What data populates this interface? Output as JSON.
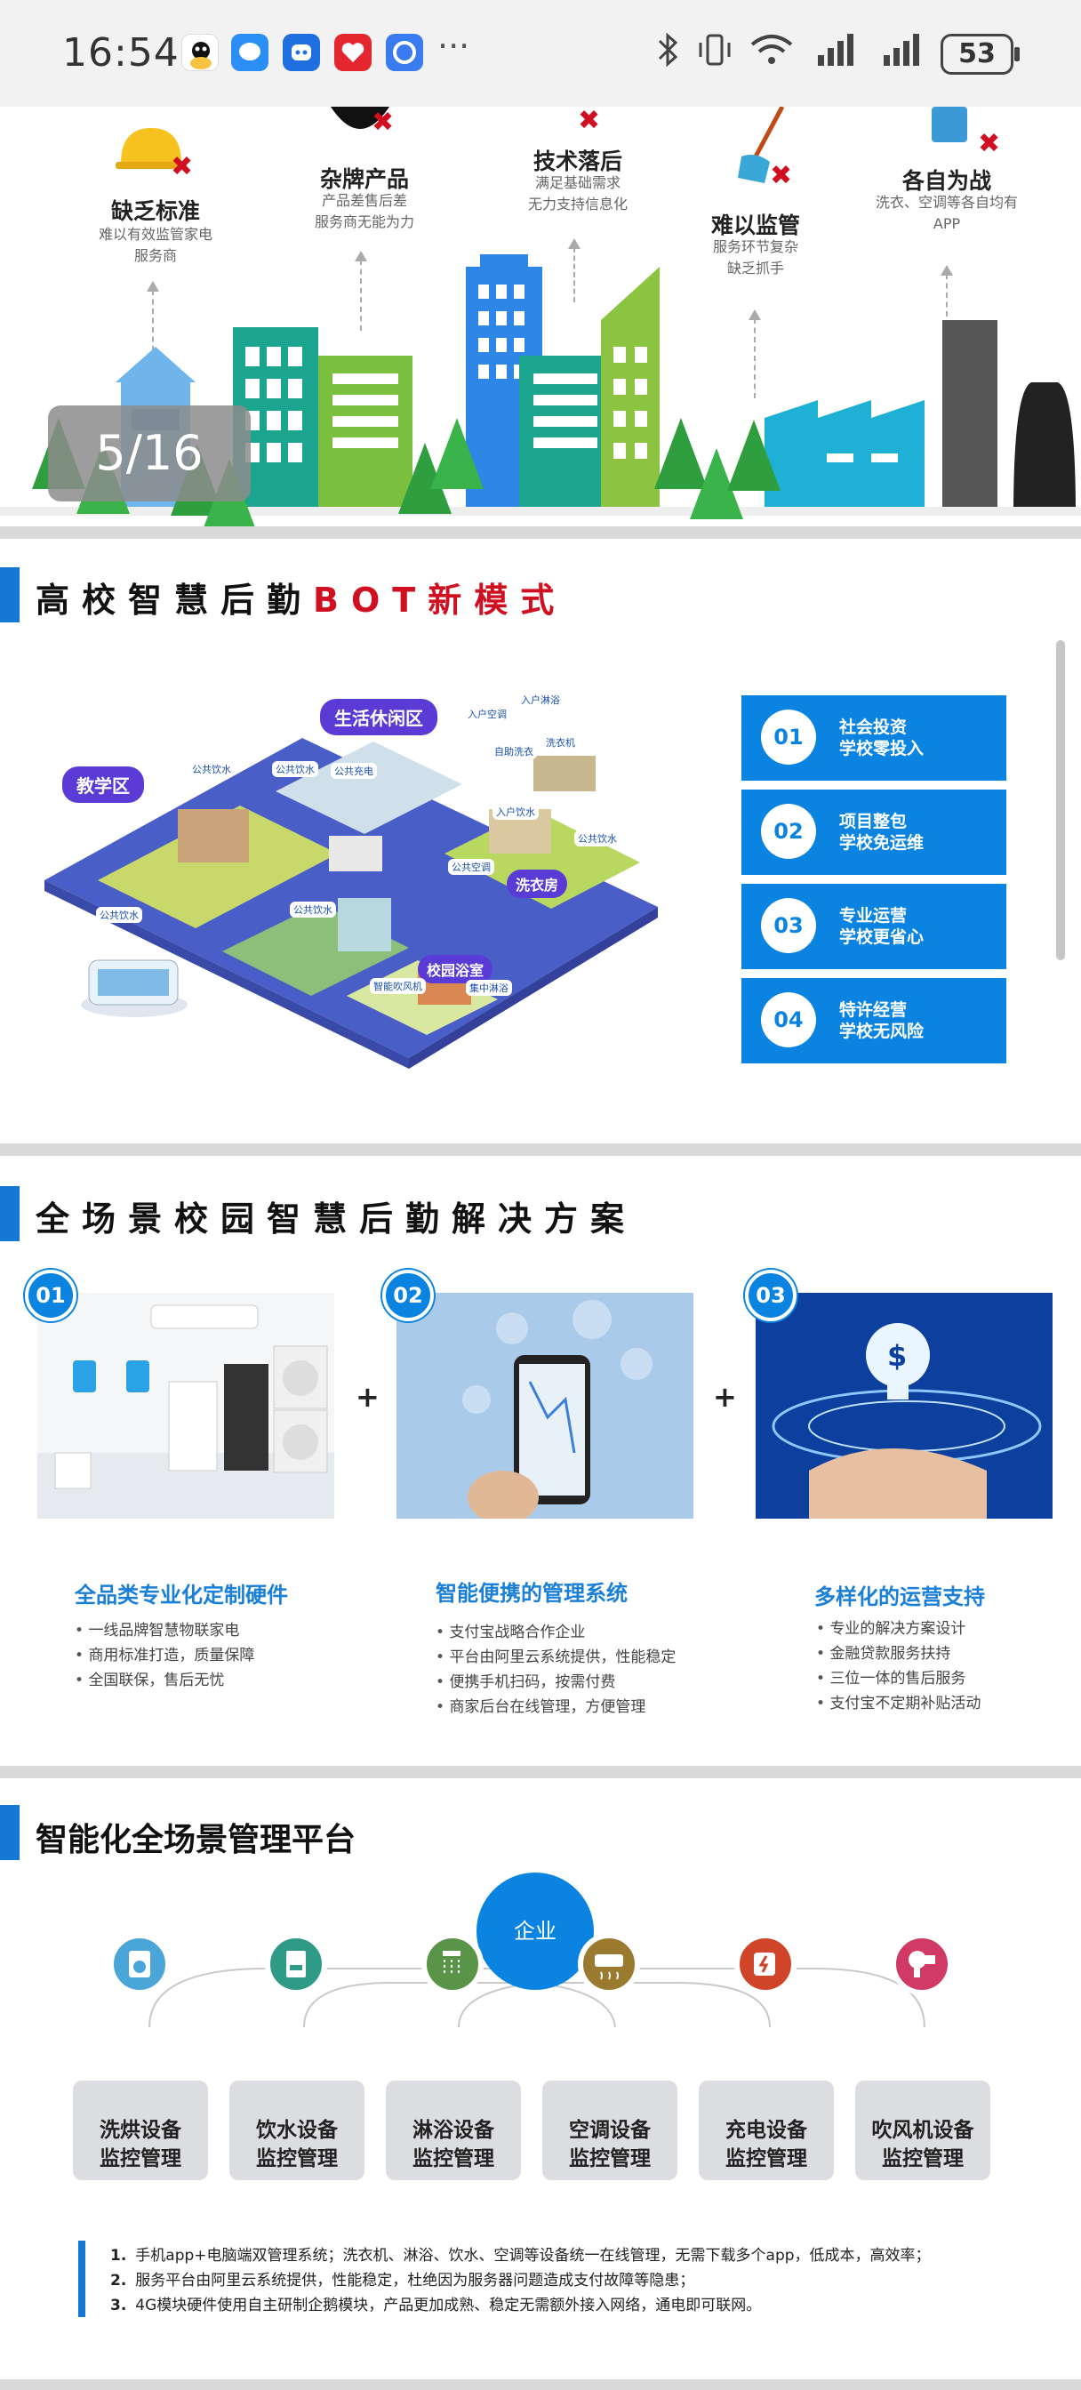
{
  "status_bar": {
    "time": "16:54",
    "more": "···",
    "battery": "53",
    "icons": [
      "qq-icon",
      "message-icon",
      "robot-icon",
      "heart-app-icon",
      "browser-icon",
      "bluetooth-icon",
      "vibrate-icon",
      "wifi-icon",
      "signal-icon"
    ]
  },
  "banner": {
    "page_indicator": "5/16",
    "problems": [
      {
        "title": "缺乏标准",
        "sub1": "难以有效监管家电",
        "sub2": "服务商"
      },
      {
        "title": "杂牌产品",
        "sub1": "产品差售后差",
        "sub2": "服务商无能为力"
      },
      {
        "title": "技术落后",
        "sub1": "满足基础需求",
        "sub2": "无力支持信息化"
      },
      {
        "title": "难以监管",
        "sub1": "服务环节复杂",
        "sub2": "缺乏抓手"
      },
      {
        "title": "各自为战",
        "sub1": "洗衣、空调等各自均有",
        "sub2": "APP"
      }
    ]
  },
  "section_bot": {
    "title_main": "高校智慧后勤",
    "title_accent": "BOT新模式",
    "map_tags": {
      "study": "教学区",
      "leisure": "生活休闲区",
      "laundry": "洗衣房",
      "bath": "校园浴室"
    },
    "map_minis": [
      "公共饮水",
      "公共饮水",
      "公共充电",
      "入户空调",
      "入户淋浴",
      "自助洗衣",
      "洗衣机",
      "入户饮水",
      "公共空调",
      "公共饮水",
      "公共饮水",
      "智能吹风机",
      "集中淋浴",
      "公共饮水"
    ],
    "items": [
      {
        "num": "01",
        "line1": "社会投资",
        "line2": "学校零投入"
      },
      {
        "num": "02",
        "line1": "项目整包",
        "line2": "学校免运维"
      },
      {
        "num": "03",
        "line1": "专业运营",
        "line2": "学校更省心"
      },
      {
        "num": "04",
        "line1": "特许经营",
        "line2": "学校无风险"
      }
    ]
  },
  "section_solution": {
    "title": "全场景校园智慧后勤解决方案",
    "plus": "+",
    "cards": [
      {
        "num": "01",
        "title": "全品类专业化定制硬件",
        "bullets": [
          "一线品牌智慧物联家电",
          "商用标准打造，质量保障",
          "全国联保，售后无忧"
        ]
      },
      {
        "num": "02",
        "title": "智能便携的管理系统",
        "bullets": [
          "支付宝战略合作企业",
          "平台由阿里云系统提供，性能稳定",
          "便携手机扫码，按需付费",
          "商家后台在线管理，方便管理"
        ]
      },
      {
        "num": "03",
        "title": "多样化的运营支持",
        "bullets": [
          "专业的解决方案设计",
          "金融贷款服务扶持",
          "三位一体的售后服务",
          "支付宝不定期补贴活动"
        ]
      }
    ]
  },
  "section_platform": {
    "title": "智能化全场景管理平台",
    "center": "企业",
    "devices": [
      {
        "line1": "洗烘设备",
        "line2": "监控管理",
        "color": "#4aa6d8",
        "icon": "washer-icon"
      },
      {
        "line1": "饮水设备",
        "line2": "监控管理",
        "color": "#2f9a86",
        "icon": "water-dispenser-icon"
      },
      {
        "line1": "淋浴设备",
        "line2": "监控管理",
        "color": "#5a9448",
        "icon": "shower-icon"
      },
      {
        "line1": "空调设备",
        "line2": "监控管理",
        "color": "#9a7a2e",
        "icon": "air-conditioner-icon"
      },
      {
        "line1": "充电设备",
        "line2": "监控管理",
        "color": "#d0452a",
        "icon": "charger-icon"
      },
      {
        "line1": "吹风机设备",
        "line2": "监控管理",
        "color": "#d03a64",
        "icon": "hair-dryer-icon"
      }
    ],
    "notes": [
      {
        "num": "1.",
        "text": "手机app+电脑端双管理系统；洗衣机、淋浴、饮水、空调等设备统一在线管理，无需下载多个app，低成本，高效率；"
      },
      {
        "num": "2.",
        "text": "服务平台由阿里云系统提供，性能稳定，杜绝因为服务器问题造成支付故障等隐患；"
      },
      {
        "num": "3.",
        "text": "4G模块硬件使用自主研制企鹅模块，产品更加成熟、稳定无需额外接入网络，通电即可联网。"
      }
    ]
  }
}
